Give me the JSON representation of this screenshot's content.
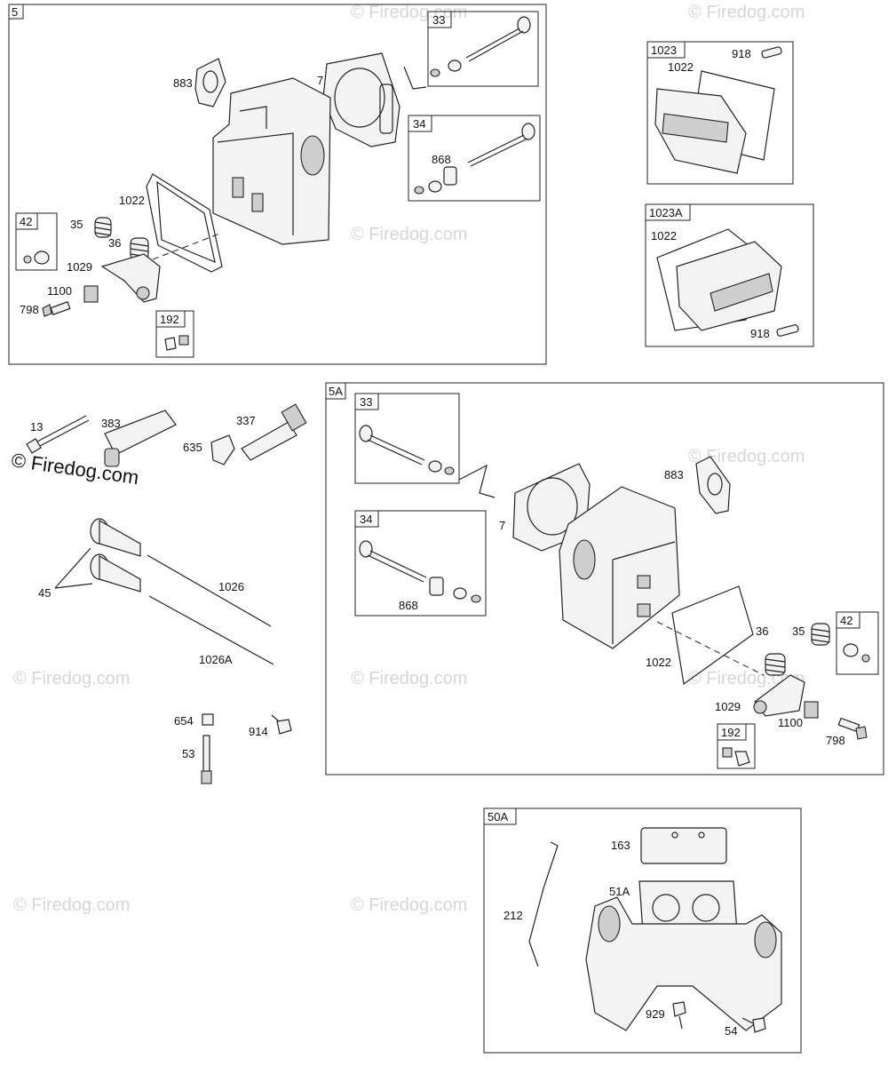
{
  "watermark": {
    "text": "© Firedog.com"
  },
  "panels": {
    "p5": {
      "tag": "5",
      "labels": [
        "883",
        "7",
        "1022",
        "35",
        "36",
        "1029",
        "1100",
        "798"
      ],
      "sub33": {
        "tag": "33"
      },
      "sub34": {
        "tag": "34",
        "part": "868"
      },
      "sub42": {
        "tag": "42"
      },
      "sub192": {
        "tag": "192"
      }
    },
    "p1023": {
      "tag": "1023",
      "labels": [
        "1022",
        "918"
      ]
    },
    "p1023a": {
      "tag": "1023A",
      "labels": [
        "1022",
        "918"
      ]
    },
    "p5a": {
      "tag": "5A",
      "labels": [
        "883",
        "7",
        "1022",
        "36",
        "35",
        "1029",
        "1100",
        "798"
      ],
      "sub33": {
        "tag": "33"
      },
      "sub34": {
        "tag": "34",
        "part": "868"
      },
      "sub42": {
        "tag": "42"
      },
      "sub192": {
        "tag": "192"
      }
    },
    "p50a": {
      "tag": "50A",
      "labels": [
        "163",
        "51A",
        "212",
        "929",
        "54"
      ]
    }
  },
  "loose_parts": [
    "13",
    "383",
    "337",
    "635",
    "45",
    "1026",
    "1026A",
    "654",
    "914",
    "53"
  ]
}
